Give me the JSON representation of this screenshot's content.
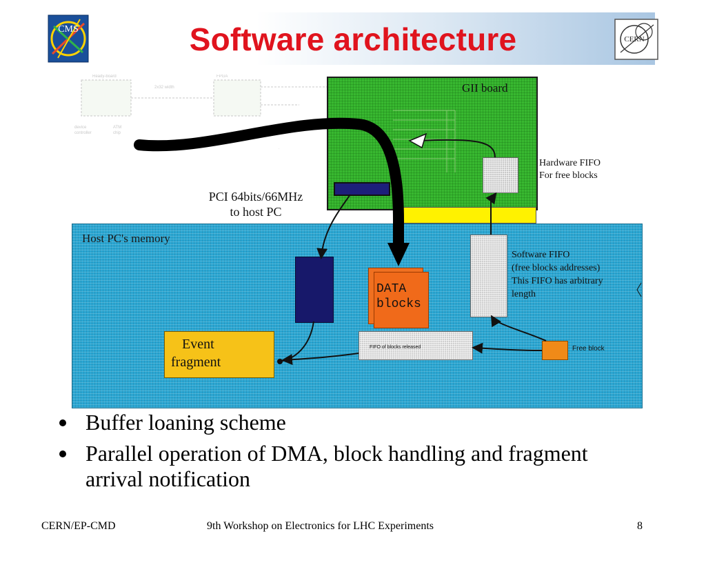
{
  "slide": {
    "title": "Software architecture",
    "logo_left_text": "CMS",
    "logo_right_text": "CERN"
  },
  "diagram": {
    "gii_board": "GII board",
    "pci_label_line1": "PCI 64bits/66MHz",
    "pci_label_line2": "to host PC",
    "hardware_fifo_line1": "Hardware FIFO",
    "hardware_fifo_line2": "For free blocks",
    "host_memory": "Host PC's memory",
    "software_fifo_line1": "Software FIFO",
    "software_fifo_line2": "(free blocks addresses)",
    "software_fifo_line3": "This FIFO has arbitrary",
    "software_fifo_line4": "length",
    "data_blocks_line1": "DATA",
    "data_blocks_line2": "blocks",
    "event_fragment_line1": "Event",
    "event_fragment_line2": "fragment",
    "fifo_bar_label": "FIFO of blocks released",
    "free_block": "Free block"
  },
  "bullets": [
    "Buffer loaning scheme",
    "Parallel operation of DMA, block handling and fragment arrival notification"
  ],
  "footer": {
    "left": "CERN/EP-CMD",
    "center": "9th Workshop on Electronics for LHC Experiments",
    "page": "8"
  },
  "colors": {
    "title": "#e0141e",
    "host_memory": "#2aa6d2",
    "gii_board": "#38b830",
    "event_fragment": "#f6c218",
    "data_blocks": "#f06a1a"
  }
}
